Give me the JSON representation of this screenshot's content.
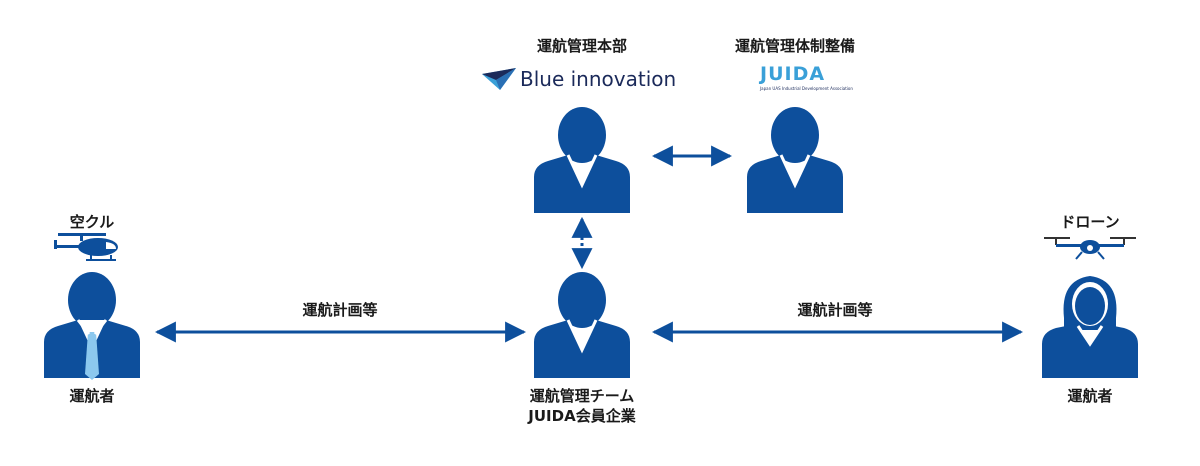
{
  "colors": {
    "person": "#0d4f9c",
    "arrow": "#0d4f9c",
    "tie": "#8cc8ee",
    "logo_blue": "#3aa0d8",
    "logo_navy": "#1b2a5a"
  },
  "nodes": {
    "hq": {
      "label": "運航管理本部"
    },
    "framework": {
      "label": "運航管理体制整備"
    },
    "sky_car": {
      "label": "空クル",
      "operator_label": "運航者"
    },
    "drone": {
      "label": "ドローン",
      "operator_label": "運航者"
    },
    "team": {
      "label_line1": "運航管理チーム",
      "label_line2": "JUIDA会員企業"
    }
  },
  "logos": {
    "blue_innovation": {
      "text": "Blue innovation",
      "icon": "paper-plane-icon"
    },
    "juida": {
      "text": "JUIDA",
      "subtitle": "Japan UAS Industrial Development Association"
    }
  },
  "edges": {
    "left": {
      "label": "運航計画等",
      "style": "solid",
      "direction": "both"
    },
    "right": {
      "label": "運航計画等",
      "style": "solid",
      "direction": "both"
    },
    "hq_framework": {
      "style": "solid",
      "direction": "both"
    },
    "hq_team": {
      "style": "dotted",
      "direction": "both"
    }
  },
  "icons": {
    "helicopter": "helicopter-icon",
    "drone": "drone-icon"
  }
}
